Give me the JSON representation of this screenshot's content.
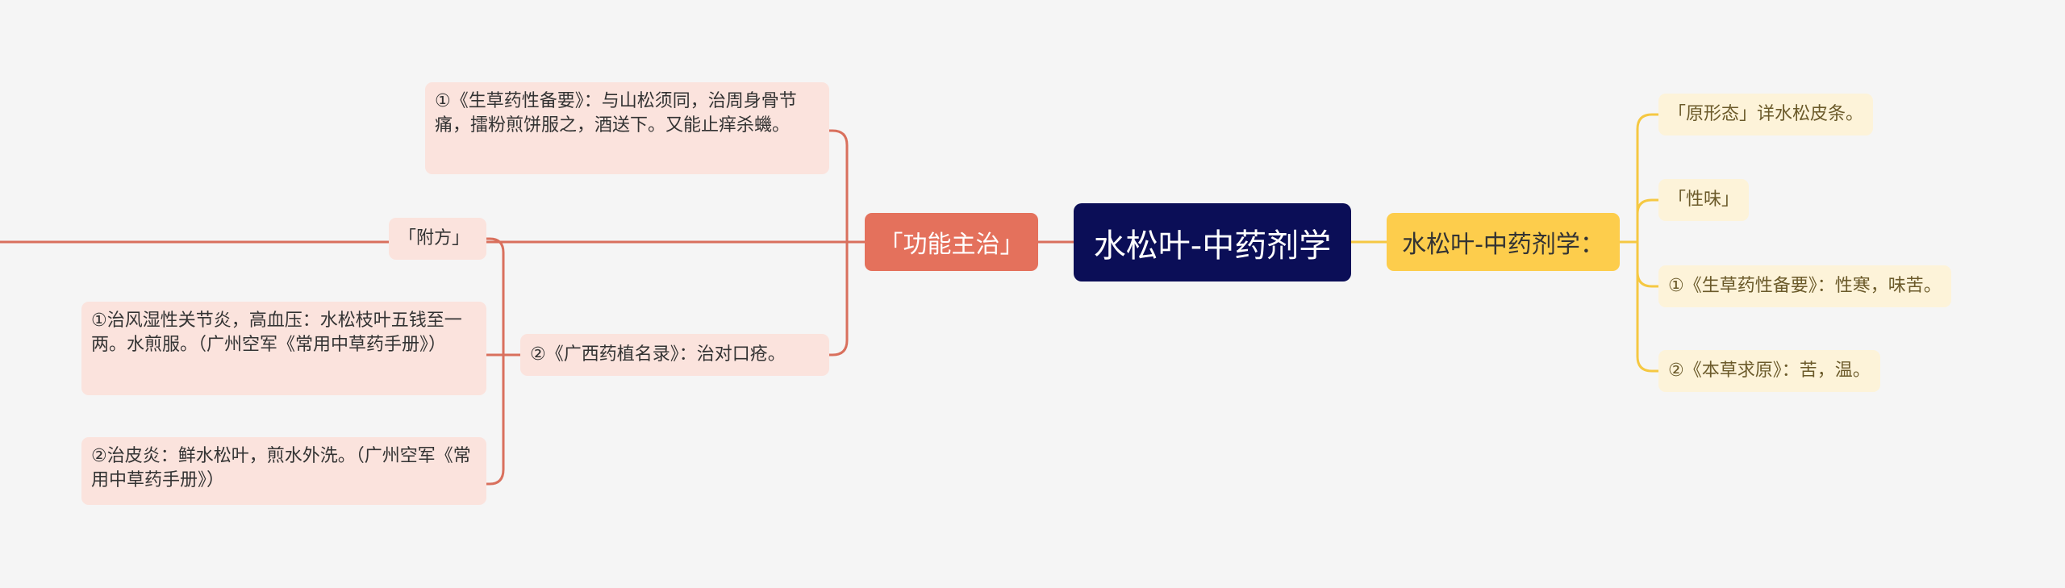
{
  "center": {
    "label": "水松叶-中药剂学"
  },
  "left_branch": {
    "label": "「功能主治」",
    "children": {
      "sheng_cao": "①《生草药性备要》：与山松须同，治周身骨节痛，擂粉煎饼服之，酒送下。又能止痒杀蟣。",
      "guangxi": {
        "label": "②《广西药植名录》：治对口疮。",
        "children": {
          "fufang": "「附方」",
          "fengshi": "①治风湿性关节炎，高血压：水松枝叶五钱至一两。水煎服。（广州空军《常用中草药手册》）",
          "piyan": "②治皮炎：鲜水松叶，煎水外洗。（广州空军《常用中草药手册》）"
        }
      }
    }
  },
  "right_branch": {
    "label": "水松叶-中药剂学：",
    "children": [
      "「原形态」详水松皮条。",
      "「性味」",
      "①《生草药性备要》：性寒，味苦。",
      "②《本草求原》：苦，温。"
    ]
  },
  "colors": {
    "center_bg": "#0b0e57",
    "left_branch_bg": "#e4715c",
    "left_leaf_bg": "#fbe3dd",
    "left_line": "#d9705d",
    "right_branch_bg": "#fdcd4c",
    "right_leaf_bg": "#fdf3d9",
    "right_line": "#f5c842",
    "background": "#f5f5f5"
  }
}
